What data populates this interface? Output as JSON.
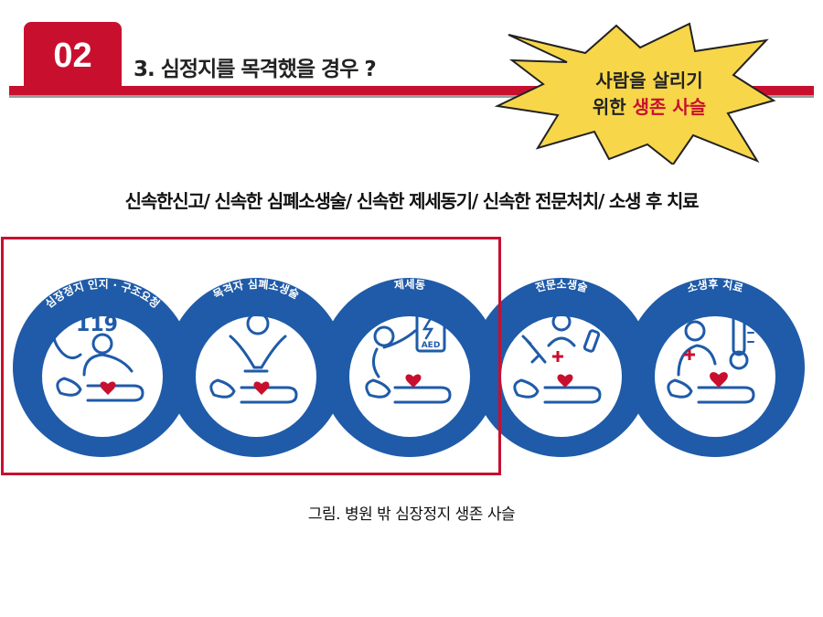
{
  "header": {
    "section_number": "02",
    "title": "3. 심정지를 목격했을 경우 ?",
    "accent_color": "#c8102e"
  },
  "callout": {
    "line1": "사람을 살리기",
    "line2_prefix": "위한",
    "line2_highlight": "생존 사슬",
    "fill_color": "#f7d64a"
  },
  "summary_line": "신속한신고/ 신속한 심폐소생술/ 신속한 제세동기/ 신속한 전문처치/ 소생 후 치료",
  "chain": {
    "ring_color": "#1f5ba8",
    "links": [
      {
        "label": "심장정지 인지 · 구조요청",
        "badge": "119",
        "icon": "phone-caller-icon"
      },
      {
        "label": "목격자 심폐소생술",
        "icon": "cpr-rescuer-icon"
      },
      {
        "label": "제세동",
        "badge": "AED",
        "icon": "aed-device-icon"
      },
      {
        "label": "전문소생술",
        "icon": "medical-team-icon"
      },
      {
        "label": "소생후 치료",
        "icon": "thermometer-care-icon"
      }
    ]
  },
  "caption": "그림. 병원 밖 심장정지 생존 사슬"
}
